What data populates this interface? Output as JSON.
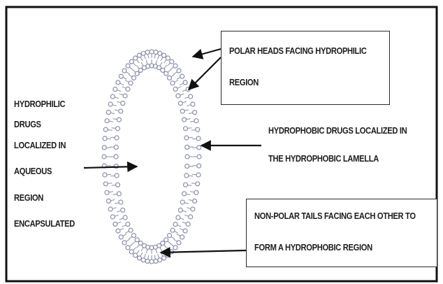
{
  "left_label": {
    "lines": [
      "HYDROPHILIC",
      "DRUGS",
      "LOCALIZED IN",
      "AQUEOUS",
      "REGION",
      "ENCAPSULATED"
    ]
  },
  "polar_heads_label": {
    "line1": "POLAR HEADS FACING HYDROPHILIC",
    "line2": "REGION"
  },
  "hydrophobic_drugs_label": {
    "line1": "HYDROPHOBIC DRUGS LOCALIZED IN",
    "line2": "THE HYDROPHOBIC LAMELLA"
  },
  "nonpolar_tails_label": {
    "line1": "NON-POLAR TAILS FACING EACH OTHER TO",
    "line2": "FORM A HYDROPHOBIC REGION"
  },
  "colors": {
    "membrane": "#8a8fa8",
    "text": "#1e1e1e",
    "frame": "#111111",
    "arrow": "#111111"
  }
}
